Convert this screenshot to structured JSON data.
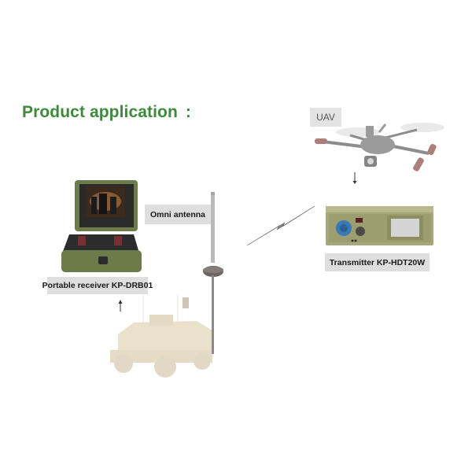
{
  "title": {
    "text": "Product application",
    "colon": ":",
    "color": "#3d8a3a"
  },
  "labels": {
    "uav": "UAV",
    "omni_antenna": "Omni antenna",
    "transmitter": "Transmitter KP-HDT20W",
    "receiver": "Portable receiver KP-DRB01"
  },
  "components": [
    {
      "id": "uav",
      "name": "UAV (quadcopter drone with gimbal camera)"
    },
    {
      "id": "transmitter",
      "name": "Transmitter KP-HDT20W"
    },
    {
      "id": "omni-antenna",
      "name": "Omni antenna (vehicle mounted)"
    },
    {
      "id": "receiver",
      "name": "Portable receiver KP-DRB01"
    },
    {
      "id": "vehicle",
      "name": "Armored vehicle"
    }
  ],
  "flow": [
    {
      "from": "uav",
      "to": "transmitter",
      "type": "arrow-down"
    },
    {
      "from": "transmitter",
      "to": "omni-antenna",
      "type": "wireless-link"
    },
    {
      "from": "vehicle",
      "to": "receiver",
      "type": "arrow-up"
    }
  ]
}
